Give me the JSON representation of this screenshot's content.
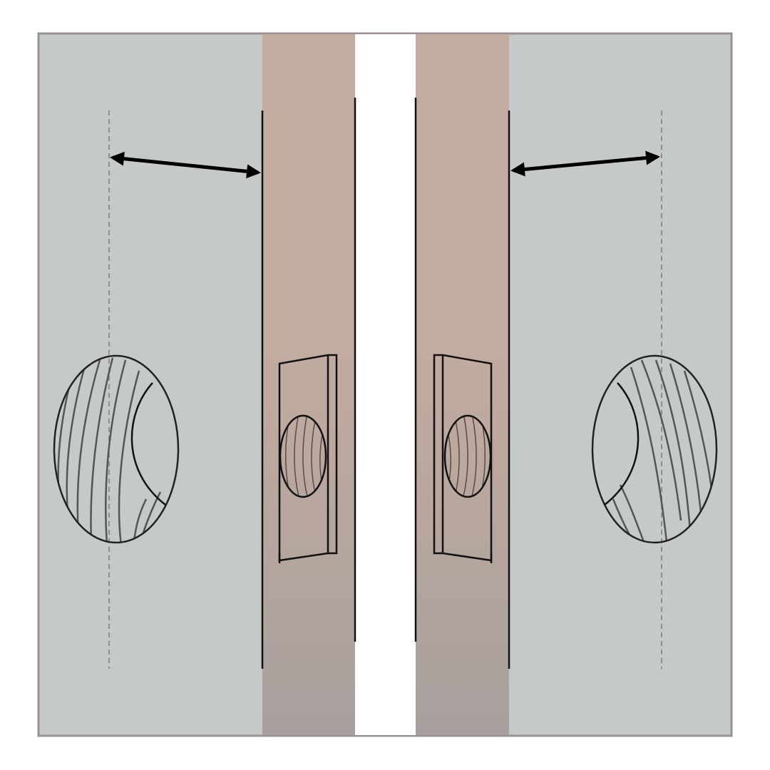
{
  "colors": {
    "background": "#ffffff",
    "panel": "#c6c9ca",
    "frame": "#9a928f",
    "band_top": "#c4ac9f",
    "band_bottom": "#a8a09e",
    "ink": "#111111",
    "dashed": "#8e8e8e"
  },
  "icons": [
    "double-arrow-left",
    "double-arrow-right",
    "hatched-oval-left",
    "hatched-oval-right",
    "plate-left",
    "plate-right"
  ]
}
